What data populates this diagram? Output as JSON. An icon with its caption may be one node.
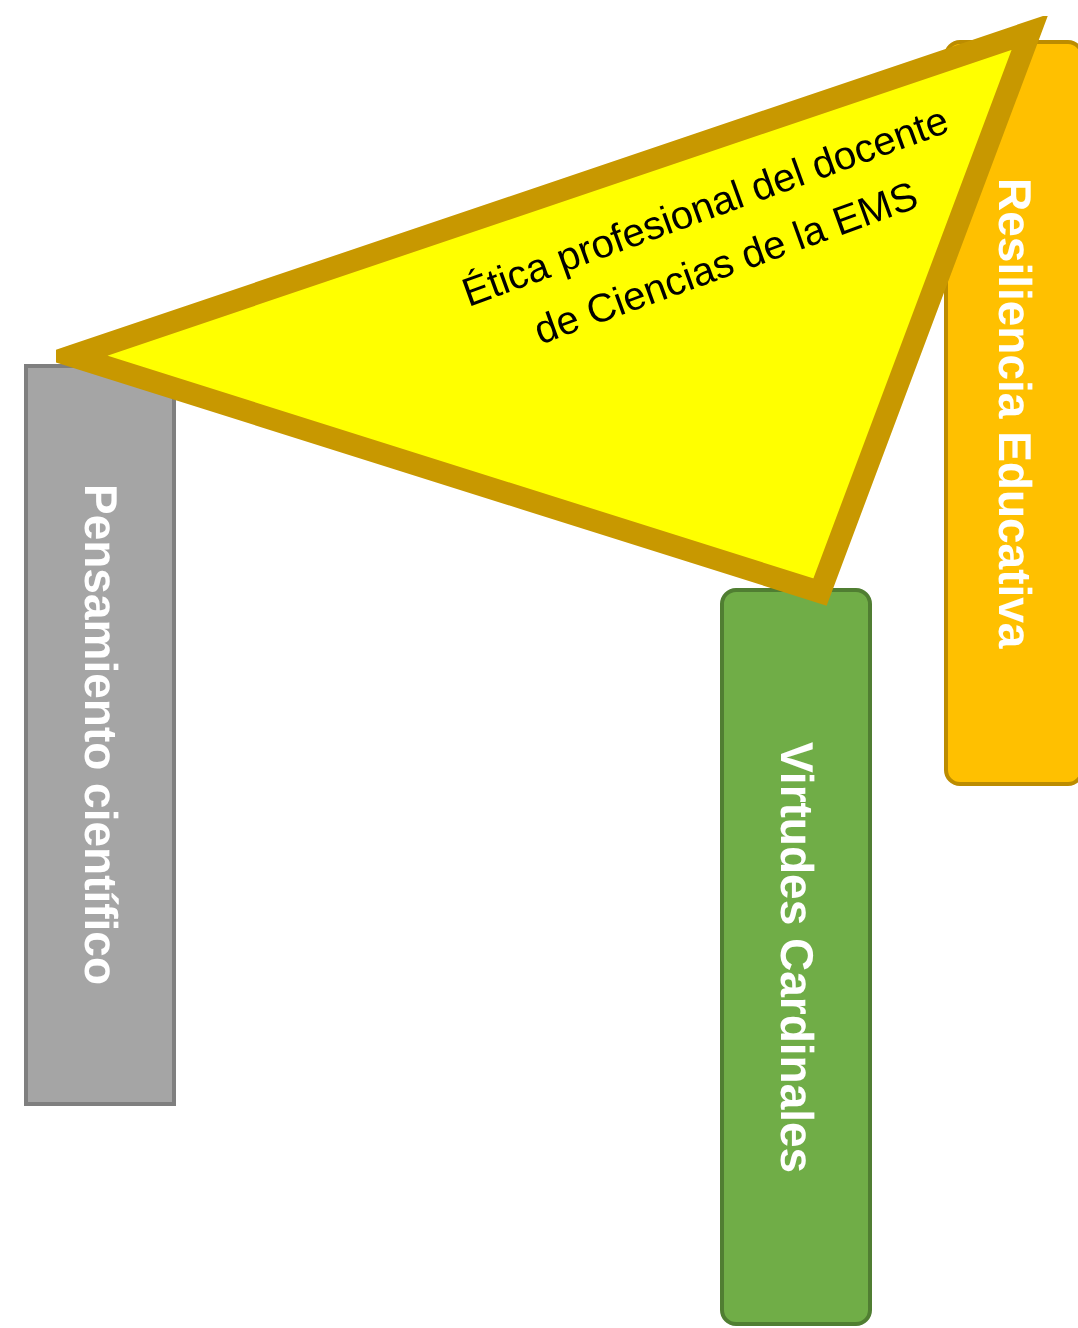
{
  "diagram": {
    "nodes": [
      {
        "text": [
          "Ética profesional del docente de Ciencias de la EMS"
        ]
      },
      {
        "text": [
          "Pensamiento científico"
        ]
      },
      {
        "text": [
          "Virtudes Cardinales"
        ]
      },
      {
        "text": [
          "Resiliencia Educativa"
        ]
      }
    ]
  }
}
